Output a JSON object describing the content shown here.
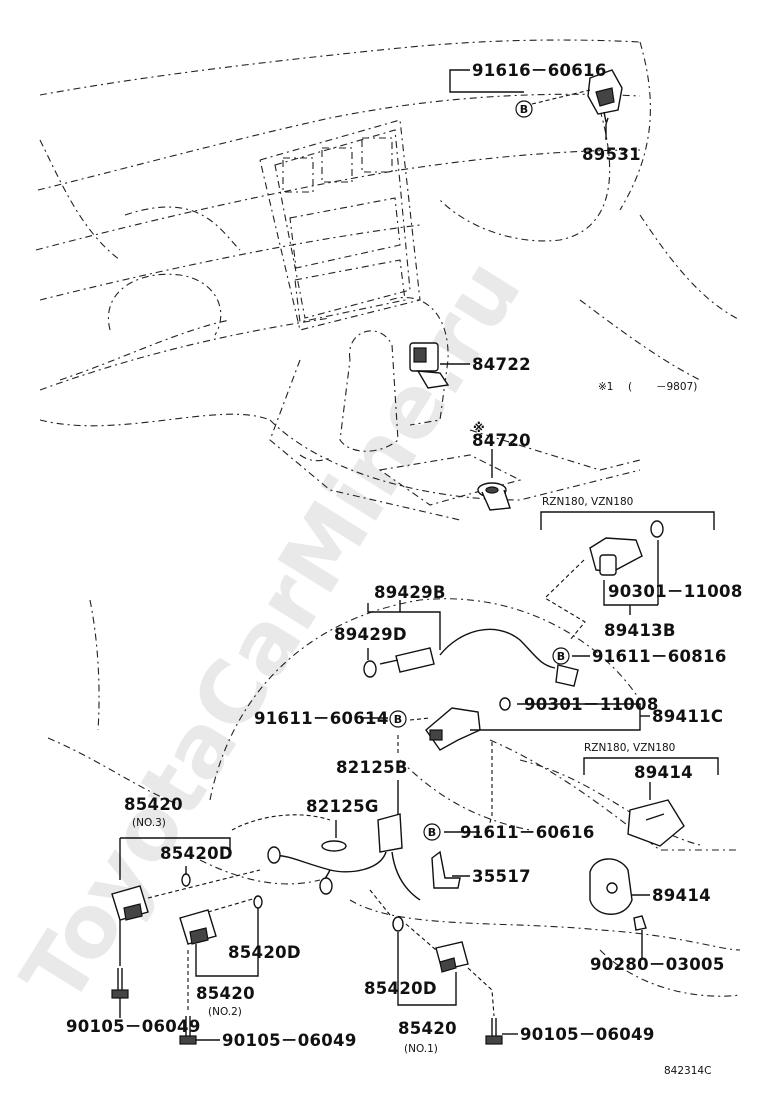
{
  "watermark": "ToyotaCarMine.ru",
  "footnote": {
    "mark": "※1",
    "paren_open": "(",
    "range": "－9807)"
  },
  "diagram_code": "842314C",
  "bolt_marker": "B",
  "star_marker": "※",
  "parts": {
    "p91616_60616": "91616－60616",
    "p89531": "89531",
    "p84722": "84722",
    "p84720": "84720",
    "p89429B": "89429B",
    "p89429D": "89429D",
    "p90301_11008_a": "90301－11008",
    "p89413B": "89413B",
    "p91611_60816": "91611－60816",
    "p91611_60614": "91611－60614",
    "p90301_11008_b": "90301－11008",
    "p89411C": "89411C",
    "p82125B": "82125B",
    "p82125G": "82125G",
    "p91611_60616": "91611－60616",
    "p35517": "35517",
    "p89414_a": "89414",
    "p89414_b": "89414",
    "p90280_03005": "90280－03005",
    "p85420_no3": "85420",
    "p85420D_1": "85420D",
    "p85420D_2": "85420D",
    "p85420_no2": "85420",
    "p85420D_3": "85420D",
    "p85420_no1": "85420",
    "p90105_06049_a": "90105－06049",
    "p90105_06049_b": "90105－06049",
    "p90105_06049_c": "90105－06049"
  },
  "subs": {
    "no3": "(NO.3)",
    "no2": "(NO.2)",
    "no1": "(NO.1)",
    "rzn_a": "RZN180, VZN180",
    "rzn_b": "RZN180, VZN180"
  }
}
